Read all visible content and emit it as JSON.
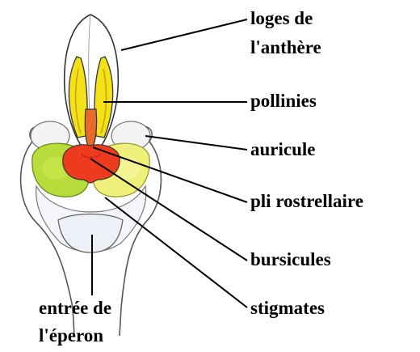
{
  "labels": {
    "loges_line1": "loges de",
    "loges_line2": "l'anthère",
    "pollinies": "pollinies",
    "auricule": "auricule",
    "pli_rostrellaire": "pli rostrellaire",
    "bursicules": "bursicules",
    "stigmates": "stigmates",
    "entree_line1": "entrée de",
    "entree_line2": "l'éperon"
  },
  "colors": {
    "pollinia_yellow": "#f3e21a",
    "pollinia_light": "#f8f06a",
    "bursicule_green": "#b8dc3a",
    "bursicule_yellow": "#eef07a",
    "rostellum_red": "#ee3a1e",
    "column_orange": "#e86a28",
    "outline": "#3a3a3a"
  }
}
